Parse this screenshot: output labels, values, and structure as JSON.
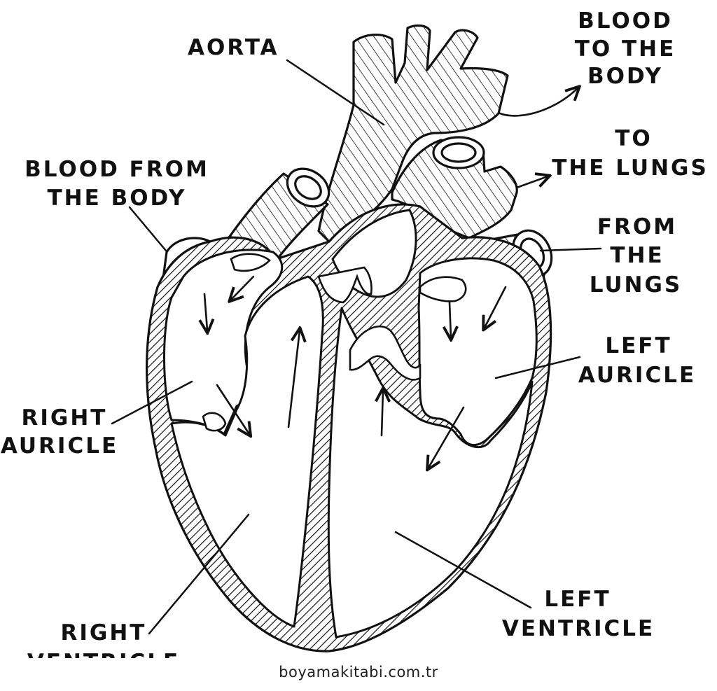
{
  "labels": {
    "aorta": "AORTA",
    "blood_to_body": [
      "BLOOD",
      "TO THE",
      "BODY"
    ],
    "blood_from_body": [
      "BLOOD FROM",
      "THE BODY"
    ],
    "to_lungs": [
      "TO",
      "THE LUNGS"
    ],
    "from_lungs": [
      "FROM",
      "THE",
      "LUNGS"
    ],
    "left_auricle": [
      "LEFT",
      "AURICLE"
    ],
    "right_auricle": [
      "RIGHT",
      "AURICLE"
    ],
    "left_ventricle": [
      "LEFT",
      "VENTRICLE"
    ],
    "right_ventricle": [
      "RIGHT",
      "VENTRICLE"
    ]
  },
  "footer": {
    "site": "boyamakitabi.com.tr"
  }
}
